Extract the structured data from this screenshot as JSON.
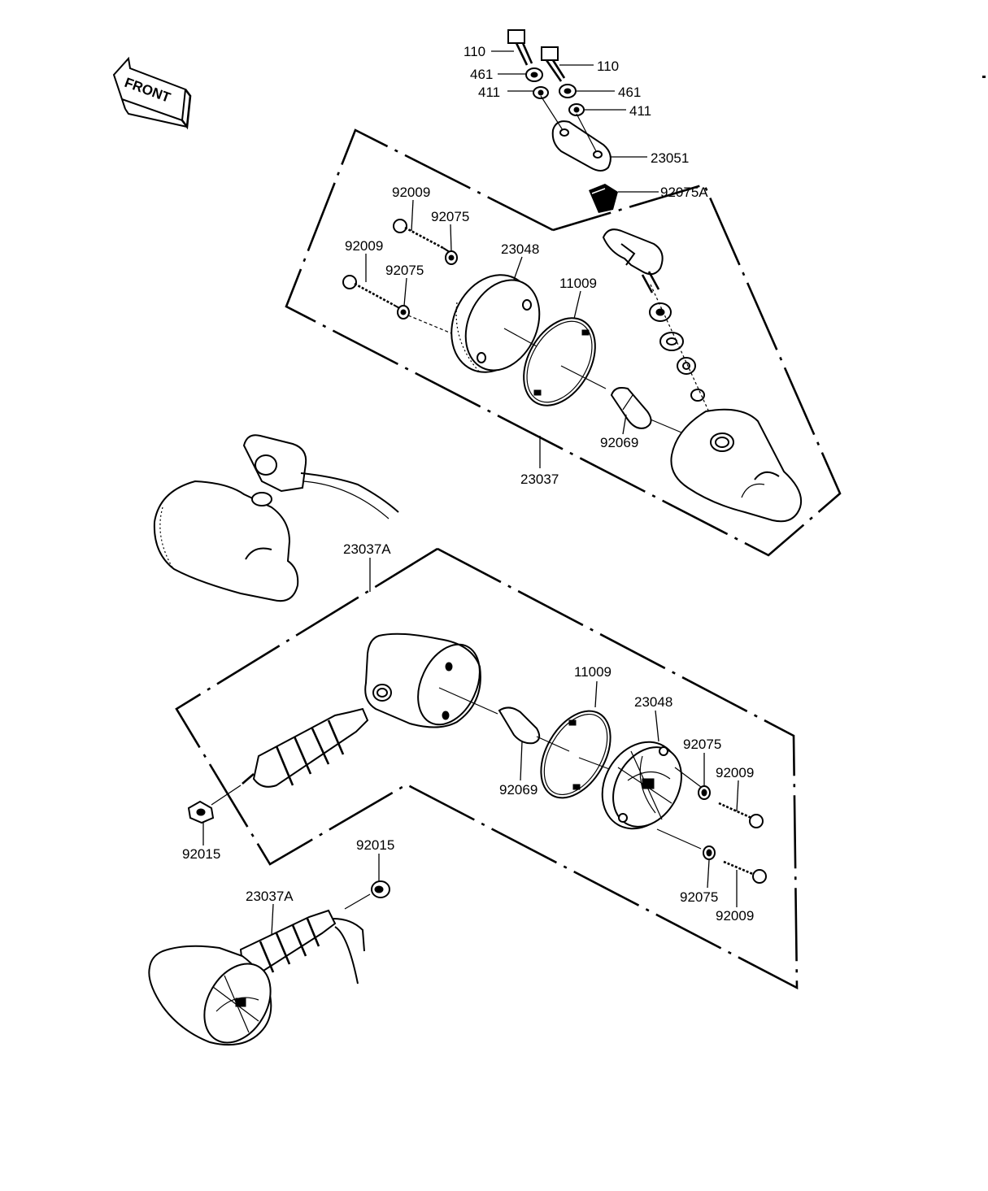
{
  "front_label": "FRONT",
  "labels": {
    "bolt_110_left": "110",
    "bolt_110_right": "110",
    "washer_461_left": "461",
    "washer_461_right": "461",
    "washer_411_left": "411",
    "washer_411_right": "411",
    "bracket_23051": "23051",
    "damper_92075A": "92075A",
    "screw_92009_top_a": "92009",
    "washer_92075_top_a": "92075",
    "screw_92009_top_b": "92009",
    "washer_92075_top_b": "92075",
    "lens_23048_top": "23048",
    "gasket_11009_top": "11009",
    "bulb_92069_top": "92069",
    "assembly_23037": "23037",
    "assembly_23037A_mid": "23037A",
    "gasket_11009_bottom": "11009",
    "lens_23048_bottom": "23048",
    "washer_92075_bottom_a": "92075",
    "screw_92009_bottom_a": "92009",
    "bulb_92069_bottom": "92069",
    "nut_92015_left": "92015",
    "nut_92015_lower": "92015",
    "assembly_23037A_lower": "23037A",
    "washer_92075_bottom_b": "92075",
    "screw_92009_bottom_b": "92009"
  }
}
